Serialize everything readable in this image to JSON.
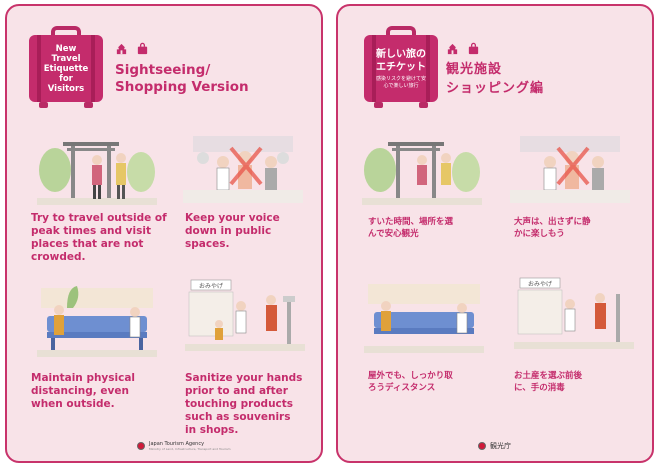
{
  "english": {
    "badge": "New Travel Etiquette for Visitors",
    "title_line1": "Sightseeing/",
    "title_line2": "Shopping Version",
    "tip1": "Try to travel outside of peak times and visit places that are not crowded.",
    "tip2": "Keep your voice down in public spaces.",
    "tip3": "Maintain physical distancing, even when outside.",
    "tip4": "Sanitize your hands prior to and after touching products such as souvenirs in shops.",
    "footer_agency": "Japan Tourism Agency",
    "footer_sub": "Ministry of Land, Infrastructure, Transport and Tourism"
  },
  "japanese": {
    "badge_main": "新しい旅のエチケット",
    "badge_sub": "感染リスクを避けて安心で楽しい旅行",
    "title_line1": "観光施設",
    "title_line2": "ショッピング編",
    "tip1": "すいた時間、場所を選んで安心観光",
    "tip2": "大声は、出さずに静かに楽しもう",
    "tip3": "屋外でも、しっかり取ろうディスタンス",
    "tip4": "お土産を選ぶ前後に、手の消毒",
    "footer_agency": "観光庁"
  },
  "shop_sign": "おみやげ",
  "colors": {
    "accent": "#c42c6c",
    "poster_bg": "#f8e3e8",
    "border": "#c8336b"
  }
}
